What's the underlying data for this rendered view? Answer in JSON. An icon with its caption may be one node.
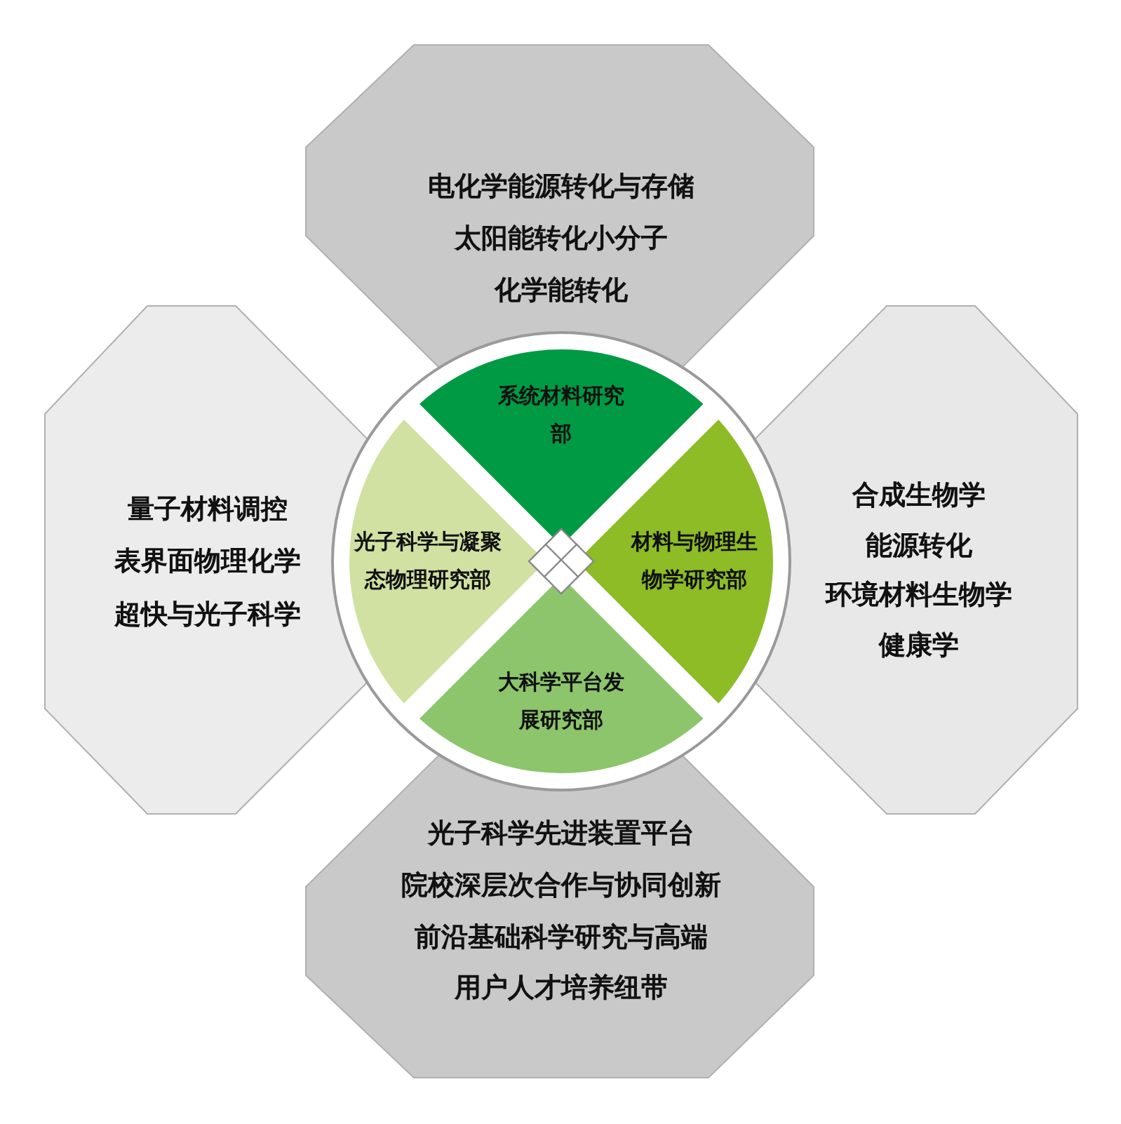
{
  "diagram": {
    "nodes": [
      {
        "text": [
          "电化学能源转化与存储",
          "太阳能转化小分子",
          "化学能转化"
        ]
      },
      {
        "text": [
          "量子材料调控",
          "表界面物理化学",
          "超快与光子科学"
        ]
      },
      {
        "text": [
          "合成生物学",
          "能源转化",
          "环境材料生物学",
          "健康学"
        ]
      },
      {
        "text": [
          "光子科学先进装置平台",
          "院校深层次合作与协同创新",
          "前沿基础科学研究与高端",
          "用户人才培养纽带"
        ]
      },
      {
        "text": [
          "系统材料研究部"
        ]
      },
      {
        "text": [
          "光子科学与凝聚态物理研究部"
        ]
      },
      {
        "text": [
          "材料与物理生物学研究部"
        ]
      },
      {
        "text": [
          "大科学平台发展研究部"
        ]
      }
    ]
  }
}
